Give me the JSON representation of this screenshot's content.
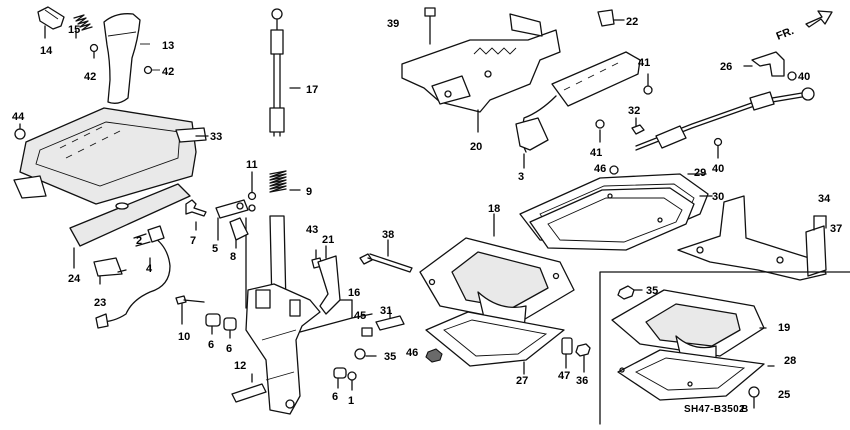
{
  "diagram": {
    "diagram_code": "SH47-B3502",
    "diagram_code_suffix": "B",
    "direction_label": "FR.",
    "callouts": {
      "c14": "14",
      "c15": "15",
      "c42a": "42",
      "c13": "13",
      "c42b": "42",
      "c17": "17",
      "c39": "39",
      "c22": "22",
      "c41a": "41",
      "c26": "26",
      "c40a": "40",
      "c44": "44",
      "c33": "33",
      "c32": "32",
      "c20": "20",
      "c41b": "41",
      "c40b": "40",
      "c3": "3",
      "c46a": "46",
      "c29": "29",
      "c11": "11",
      "c9": "9",
      "c30": "30",
      "c34": "34",
      "c37": "37",
      "c7": "7",
      "c5": "5",
      "c8": "8",
      "c43": "43",
      "c21": "21",
      "c38": "38",
      "c18": "18",
      "c2": "2",
      "c4": "4",
      "c24": "24",
      "c23": "23",
      "c35a": "35",
      "c16": "16",
      "c45": "45",
      "c31": "31",
      "c19": "19",
      "c10": "10",
      "c6a": "6",
      "c6b": "6",
      "c35b": "35",
      "c46b": "46",
      "c47": "47",
      "c28": "28",
      "c27": "27",
      "c36": "36",
      "c12": "12",
      "c6c": "6",
      "c1": "1",
      "c25": "25"
    }
  }
}
